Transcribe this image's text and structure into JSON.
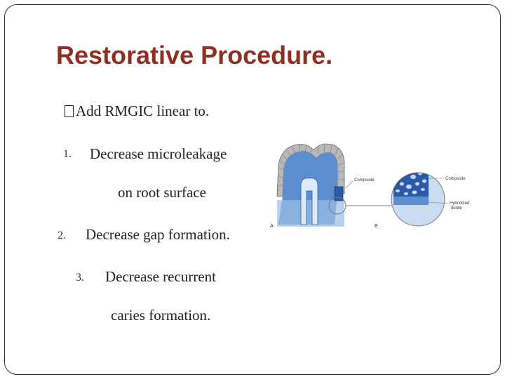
{
  "slide": {
    "title": "Restorative Procedure.",
    "intro": "Add RMGIC linear to.",
    "intro_bullet_icon": "missing-glyph-box",
    "items": [
      {
        "number": "1.",
        "text": "Decrease microleakage",
        "text_cont": "on root surface"
      },
      {
        "number": "2.",
        "text": "Decrease gap formation."
      },
      {
        "number": "3.",
        "text": "Decrease recurrent",
        "text_cont": "caries formation."
      }
    ]
  },
  "figure": {
    "label_a": "A",
    "label_b": "B",
    "label_composite_left": "Composite",
    "label_composite_right": "Composite",
    "label_hybridized": "Hybridized",
    "label_dentin": "dentin",
    "colors": {
      "tooth_blue": "#5b8fd0",
      "dark_blue": "#2a5aa8",
      "light_blue": "#c9dcf2"
    }
  }
}
